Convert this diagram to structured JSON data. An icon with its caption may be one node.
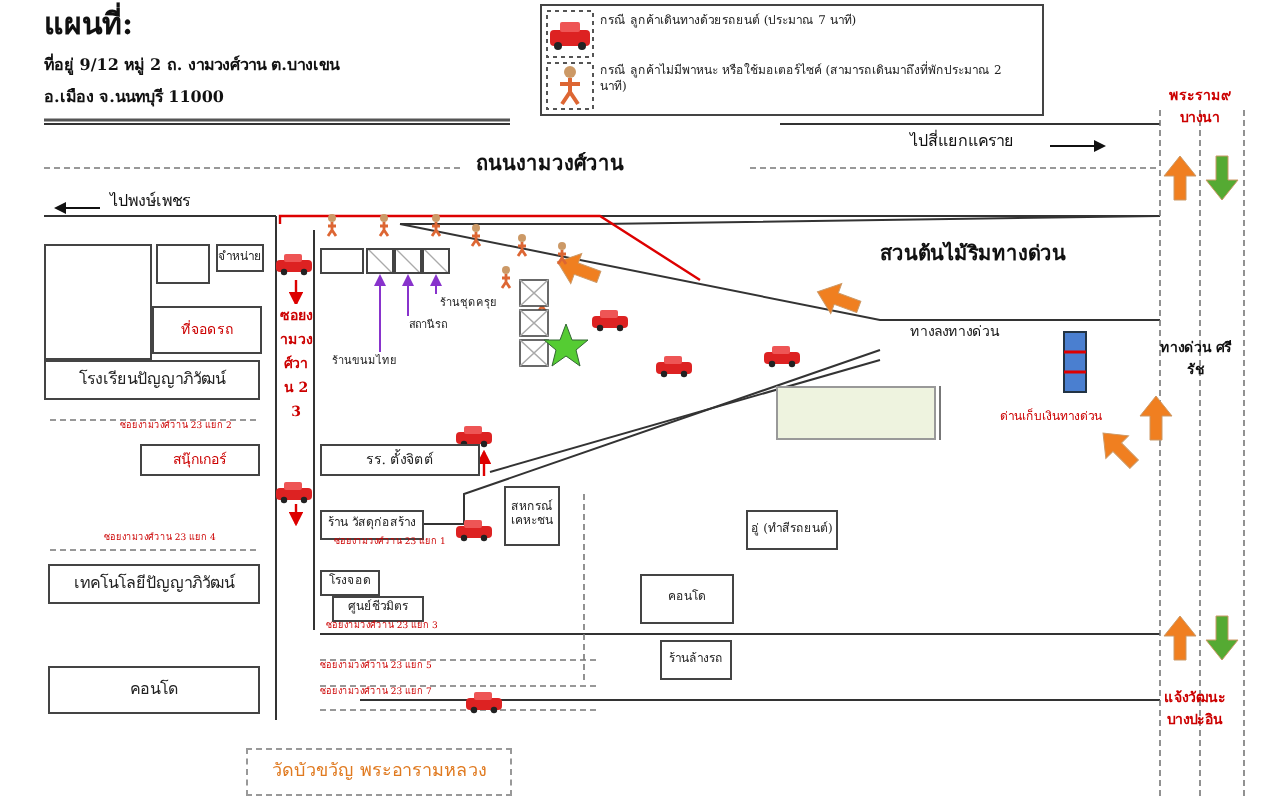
{
  "diagram": {
    "nodes": [
      {
        "text": [],
        "shape": "box"
      },
      {
        "text": [],
        "shape": "box"
      },
      {
        "text": [
          "จำหน่าย"
        ]
      },
      {
        "text": [
          "ที่จอดรถ"
        ]
      },
      {
        "text": [
          "โรงเรียนปัญญาภิวัฒน์"
        ]
      },
      {
        "text": [
          "สนุ๊กเกอร์"
        ]
      },
      {
        "text": [
          "เทคโนโลยีปัญญาภิวัฒน์"
        ]
      },
      {
        "text": [
          "คอนโด"
        ]
      },
      {
        "text": [],
        "shape": "box"
      },
      {
        "text": [
          "รร. ตั้งจิตต์"
        ]
      },
      {
        "text": [
          "ร้าน วัสดุก่อสร้าง"
        ]
      },
      {
        "text": [
          "สหกรณ์ เคหะชน"
        ]
      },
      {
        "text": [
          "โรงจอด"
        ]
      },
      {
        "text": [
          "ศูนย์ชีวมิตร"
        ]
      },
      {
        "text": [],
        "shape": "box"
      },
      {
        "text": [
          "อู่ (ทำสีรถยนต์)"
        ]
      },
      {
        "text": [
          "คอนโด"
        ]
      },
      {
        "text": [
          "ร้านล้างรถ"
        ]
      },
      {
        "text": [
          "วัดบัวขวัญ พระอารามหลวง"
        ]
      },
      {
        "text": [],
        "shape": "box"
      },
      {
        "text": [],
        "shape": "box"
      },
      {
        "text": [],
        "shape": "box"
      },
      {
        "text": [
          "ร้านขนมไทย"
        ]
      },
      {
        "text": [
          "สถานีรถ"
        ]
      },
      {
        "text": [
          "ร้านชุดครุย"
        ]
      }
    ],
    "edges": [
      {
        "from": 22,
        "to": 19,
        "arrow": "to"
      },
      {
        "from": 23,
        "to": 20,
        "arrow": "to"
      },
      {
        "from": 24,
        "to": 21,
        "arrow": "to"
      }
    ],
    "labels": [
      "แผนที่:",
      "ที่อยู่ 9/12 หมู่ 2 ถ. งามวงศ์วาน ต.บางเขน",
      "อ.เมือง จ.นนทบุรี 11000",
      "ถนนงามวงศ์วาน",
      "ไปพงษ์เพชร",
      "ไปสี่แยกแคราย",
      "ซอยงามวงศ์วาน 23",
      "สวนต้นไม้ริมทางด่วน",
      "ทางลงทางด่วน",
      "ด่านเก็บเงินทางด่วน",
      "ทางด่วน ศรีรัช",
      "พระราม๙ บางนา",
      "แจ้งวัฒนะ บางปะอิน",
      "ซอยงามวงศ์วาน 23 แยก 2",
      "ซอยงามวงศ์วาน 23 แยก 4",
      "ซอยงามวงศ์วาน 23 แยก 1",
      "ซอยงามวงศ์วาน 23 แยก 3",
      "ซอยงามวงศ์วาน 23 แยก 5",
      "ซอยงามวงศ์วาน 23 แยก 7"
    ],
    "legend": [
      {
        "text": "กรณี ลูกค้าเดินทางด้วยรถยนต์ (ประมาณ 7 นาที)"
      },
      {
        "text": "กรณี ลูกค้าไม่มีพาหนะ หรือใช้มอเตอร์ไซค์ (สามารถเดินมาถึงที่พักประมาณ 2 นาที)"
      }
    ]
  }
}
